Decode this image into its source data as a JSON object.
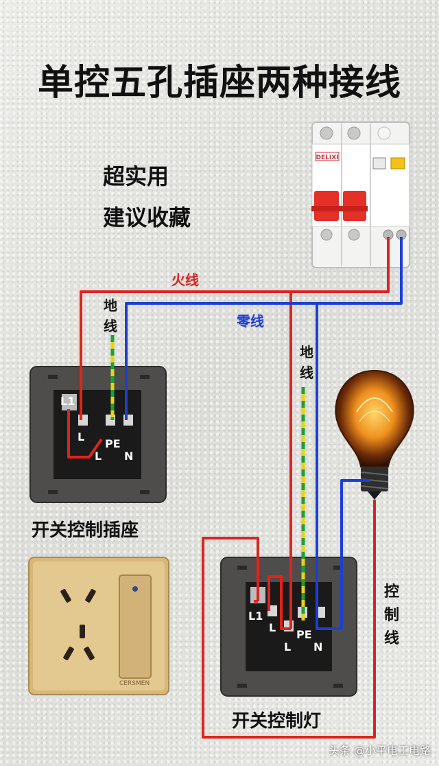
{
  "title": "单控五孔插座两种接线",
  "subtitle_line1": "超实用",
  "subtitle_line2": "建议收藏",
  "wires": {
    "live_label": "火线",
    "neutral_label": "零线",
    "ground_label_1": "地线",
    "ground_label_2": "地线",
    "control_label": "控制线",
    "colors": {
      "live": "#e0231c",
      "neutral": "#1a3fd6",
      "ground_yellow": "#e8d21a",
      "ground_green": "#1f9e3a"
    }
  },
  "socket_top": {
    "caption": "开关控制插座",
    "terminal_l1": "L1",
    "terminal_l": "L",
    "terminal_pe": "PE",
    "terminal_l_bottom": "L",
    "terminal_n": "N"
  },
  "socket_bottom": {
    "caption": "开关控制灯",
    "terminal_l1": "L1",
    "terminal_l": "L",
    "terminal_pe": "PE",
    "terminal_l_bottom": "L",
    "terminal_n": "N"
  },
  "breaker": {
    "brand": "DELIXI"
  },
  "panel_brand": "CERSMEN",
  "watermark": "头条 @小平电工电路"
}
